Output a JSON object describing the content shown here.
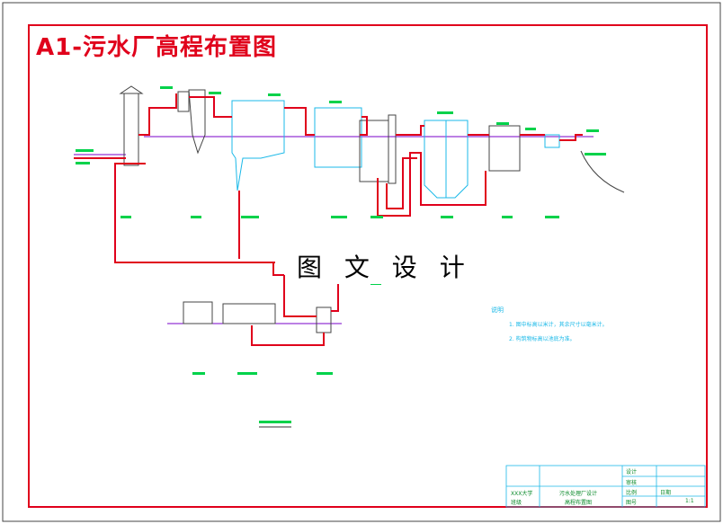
{
  "page": {
    "title": "A1-污水厂高程布置图",
    "watermark": "图 文 设 计"
  },
  "notes": {
    "head": "说明",
    "items": [
      "1. 图中标高以米计，其余尺寸以毫米计。",
      "2. 构筑物标高以池底为准。"
    ]
  },
  "title_block": {
    "drawing_name": "污水处理厂设计",
    "sub_name": "高程布置图",
    "left_top": "XXX大学",
    "left_bottom": "班级",
    "cells": [
      "设计",
      "审核",
      "比例",
      "图号",
      "日期",
      "1:1"
    ]
  },
  "colors": {
    "border": "#e0001b",
    "pipe": "#e0001b",
    "structure": "#1bb9e8",
    "label": "#00d24a",
    "dimension": "#7a00c8"
  }
}
